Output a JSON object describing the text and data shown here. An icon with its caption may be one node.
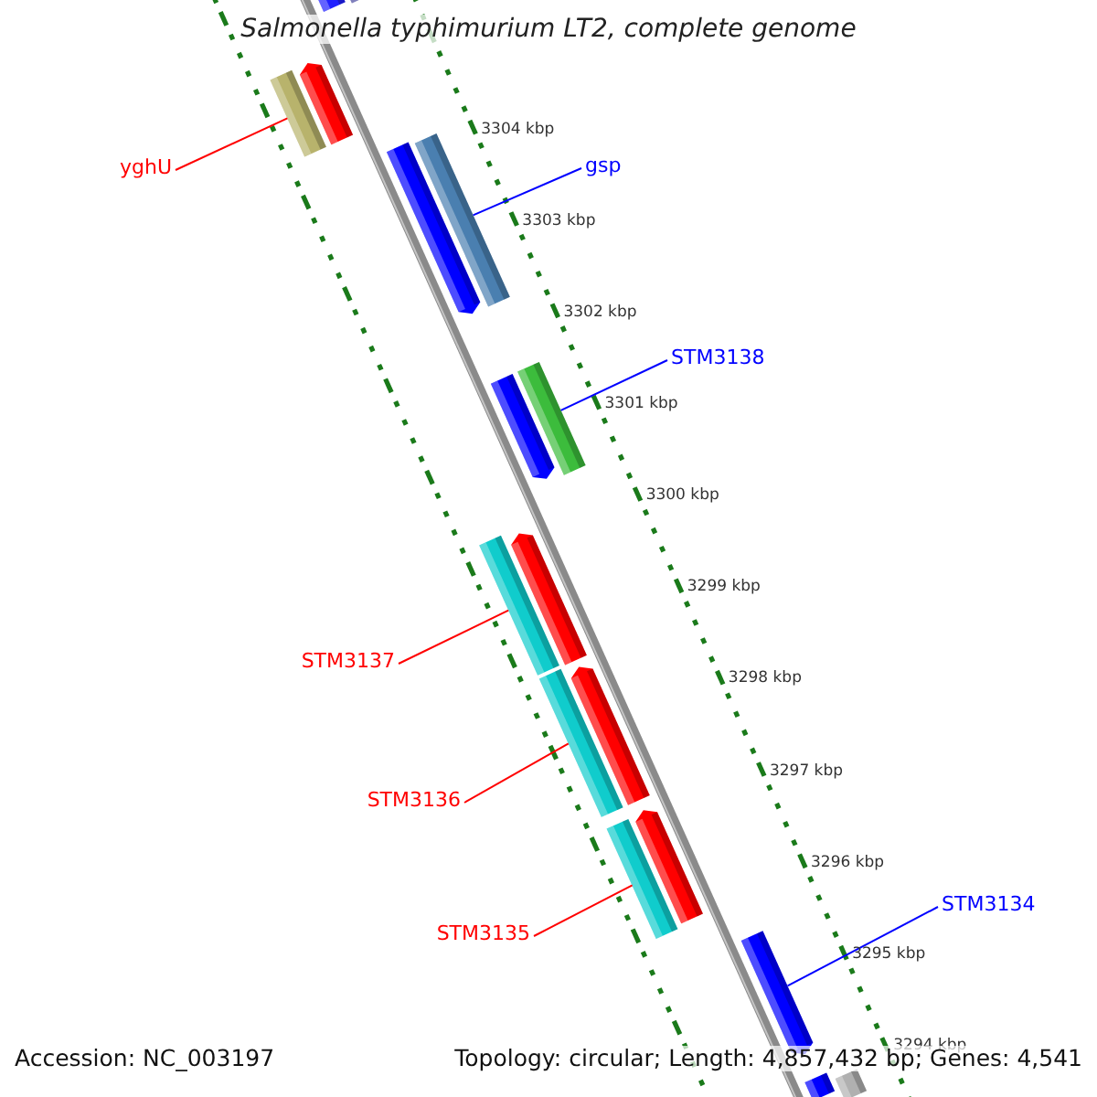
{
  "diagram": {
    "title": "Salmonella typhimurium LT2, complete genome",
    "nodes": [
      {
        "text": [
          "yghU"
        ]
      },
      {
        "text": [
          "gsp"
        ]
      },
      {
        "text": [
          "STM3138"
        ]
      },
      {
        "text": [
          "STM3137"
        ]
      },
      {
        "text": [
          "STM3136"
        ]
      },
      {
        "text": [
          "STM3135"
        ]
      },
      {
        "text": [
          "STM3134"
        ]
      },
      {
        "text": [],
        "shape": "bar"
      },
      {
        "text": [],
        "shape": "bar"
      },
      {
        "text": [],
        "shape": "bar"
      },
      {
        "text": [],
        "shape": "bar"
      },
      {
        "text": [],
        "shape": "bar"
      },
      {
        "text": [],
        "shape": "bar"
      },
      {
        "text": [],
        "shape": "bar"
      },
      {
        "text": [],
        "shape": "bar"
      },
      {
        "text": [],
        "shape": "bar"
      },
      {
        "text": [],
        "shape": "bar"
      },
      {
        "text": [],
        "shape": "bar"
      },
      {
        "text": [],
        "shape": "bar"
      },
      {
        "text": [],
        "shape": "bar"
      },
      {
        "text": [],
        "shape": "bar"
      },
      {
        "text": [],
        "shape": "bar"
      },
      {
        "text": [],
        "shape": "bar"
      },
      {
        "text": [],
        "shape": "bar"
      }
    ],
    "edges": [
      {
        "from": 0,
        "to": 9,
        "arrow": "none"
      },
      {
        "from": 1,
        "to": 12,
        "arrow": "none",
        "color": "#0000ff"
      },
      {
        "from": 2,
        "to": 14,
        "arrow": "none",
        "color": "#0000ff"
      },
      {
        "from": 3,
        "to": 15,
        "arrow": "none"
      },
      {
        "from": 4,
        "to": 17,
        "arrow": "none"
      },
      {
        "from": 5,
        "to": 20,
        "arrow": "none"
      },
      {
        "from": 6,
        "to": 21,
        "arrow": "none",
        "color": "#0000ff"
      }
    ],
    "labels": [
      "3304 kbp",
      "3303 kbp",
      "3302 kbp",
      "3301 kbp",
      "3300 kbp",
      "3299 kbp",
      "3298 kbp",
      "3297 kbp",
      "3296 kbp",
      "3295 kbp",
      "3294 kbp",
      "Accession: NC_003197",
      "Topology: circular; Length: 4,857,432 bp; Genes: 4,541"
    ]
  }
}
